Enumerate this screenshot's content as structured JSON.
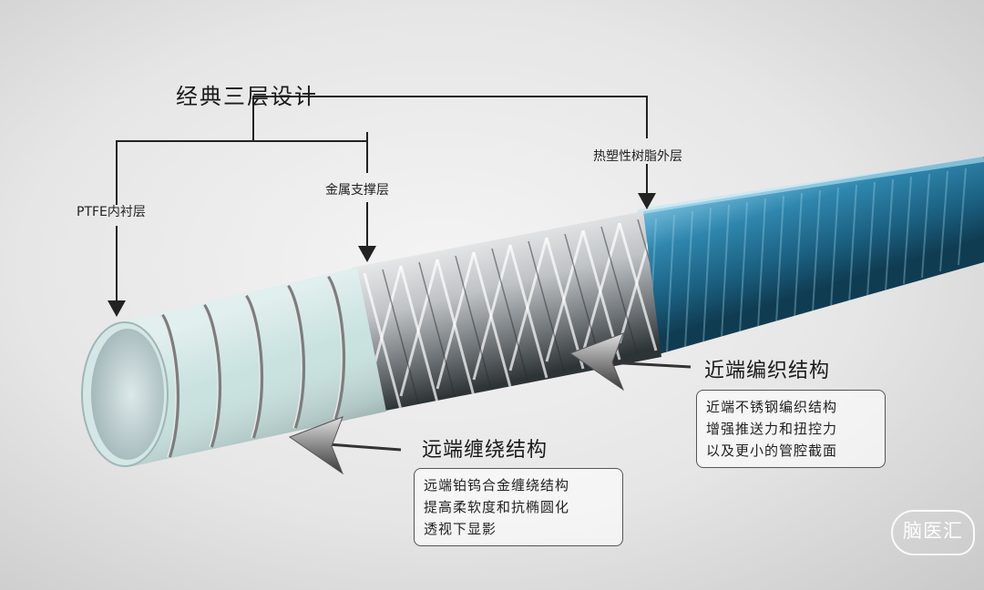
{
  "title": "经典三层设计",
  "layers": {
    "inner": "PTFE内衬层",
    "metal": "金属支撑层",
    "outer": "热塑性树脂外层"
  },
  "proximal": {
    "heading": "近端编织结构",
    "lines": [
      "近端不锈钢编织结构",
      "增强推送力和扭控力",
      "以及更小的管腔截面"
    ]
  },
  "distal": {
    "heading": "远端缠绕结构",
    "lines": [
      "远端铂钨合金缠绕结构",
      "提高柔软度和抗椭圆化",
      "透视下显影"
    ]
  },
  "watermark": "脑医汇",
  "colors": {
    "outer_jacket": "#2b7fa6",
    "liner": "#c9e2e0",
    "coil": "#9a9a9a"
  }
}
